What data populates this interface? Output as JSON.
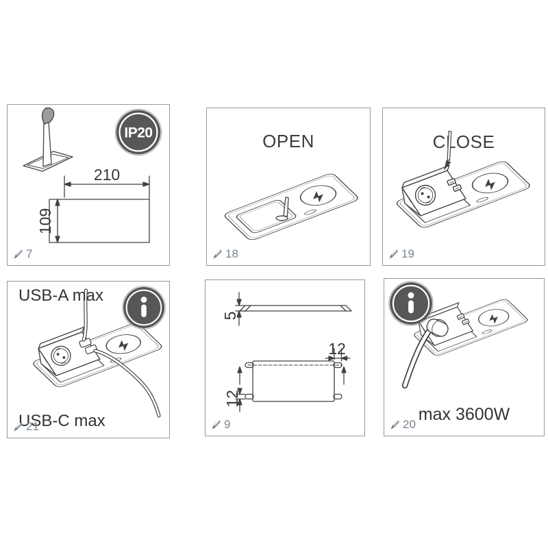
{
  "panels": {
    "cutout": {
      "badge": "IP20",
      "width": "210",
      "height": "109",
      "step": "7"
    },
    "open": {
      "title": "OPEN",
      "step": "18"
    },
    "close": {
      "title": "CLOSE",
      "step": "19"
    },
    "usb": {
      "label_top": "USB-A max",
      "label_bottom": "USB-C max",
      "step": "21"
    },
    "profile": {
      "thickness": "5",
      "inset_top": "12",
      "inset_side": "12",
      "step": "9"
    },
    "power": {
      "label": "max 3600W",
      "step": "20"
    }
  },
  "colors": {
    "drawing_line": "#3f4245",
    "panel_border": "#979797",
    "badge_fill": "#575757",
    "step_text": "#78848f",
    "saw_handle": "#9c9c9c"
  }
}
